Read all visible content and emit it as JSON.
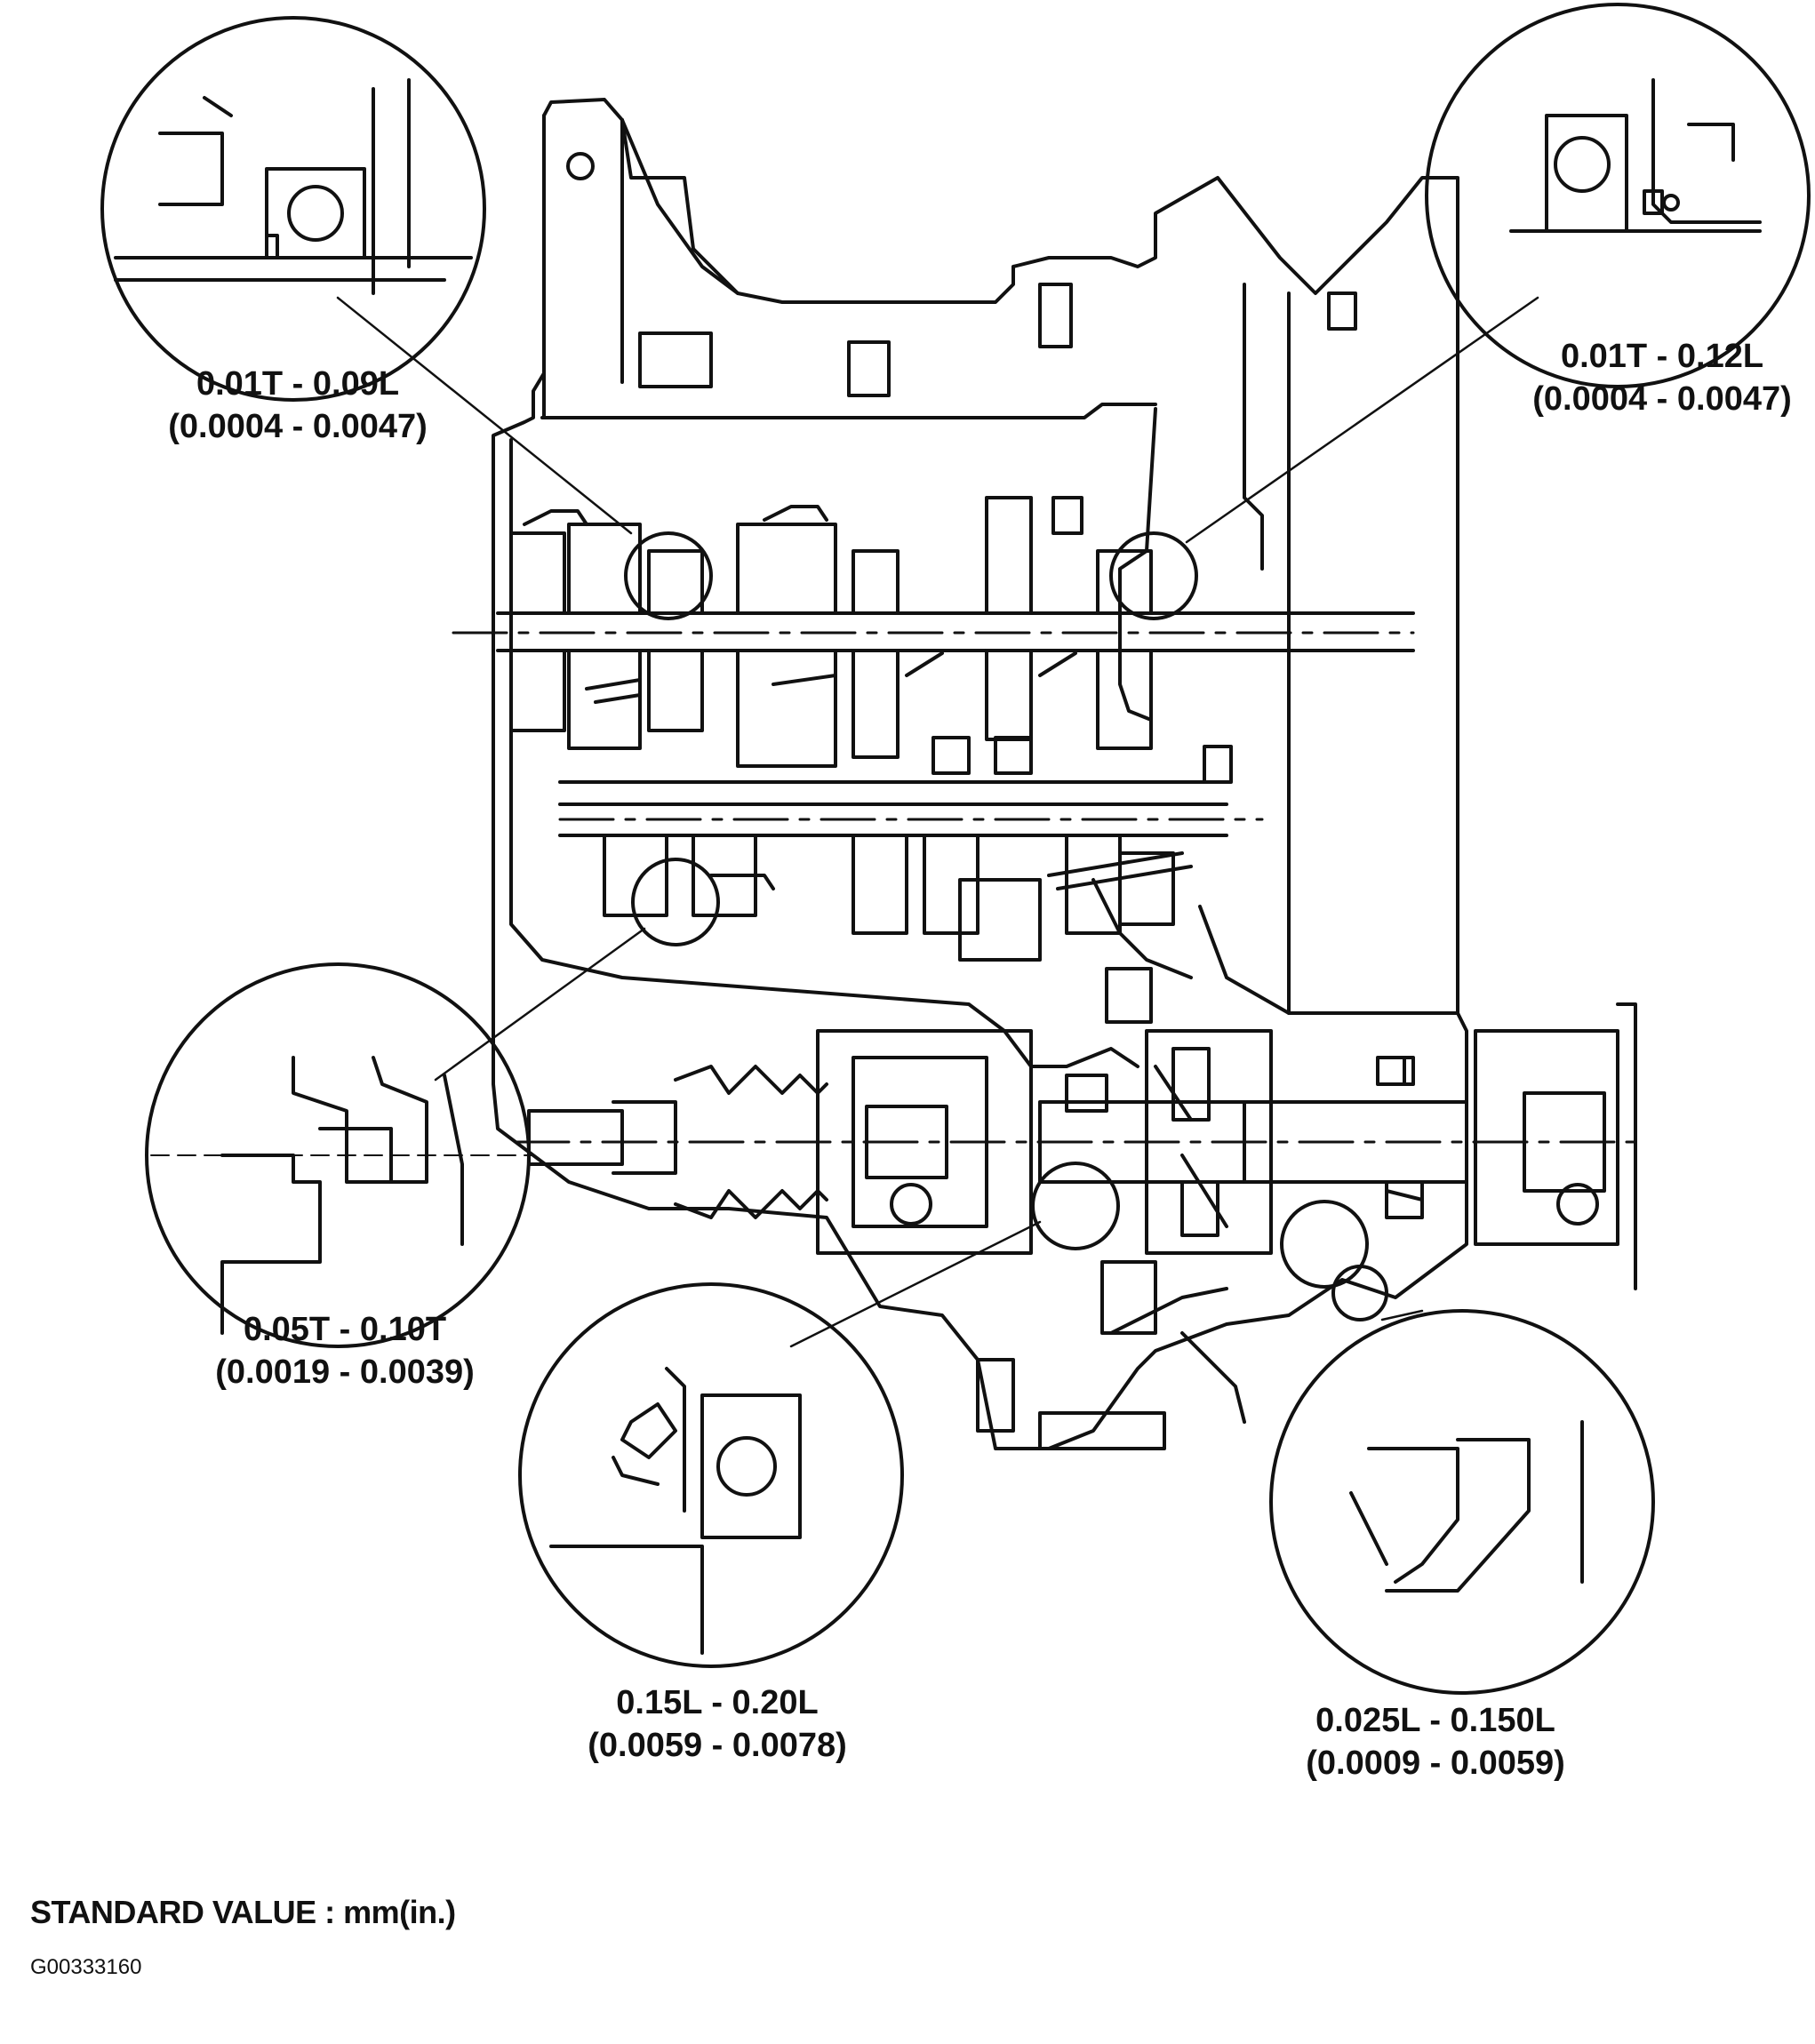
{
  "callouts": [
    {
      "id": "input-shaft-front-bearing",
      "line1": "0.01T - 0.09L",
      "line2": "(0.0004 - 0.0047)"
    },
    {
      "id": "input-shaft-rear-bearing",
      "line1": "0.01T - 0.12L",
      "line2": "(0.0004 - 0.0047)"
    },
    {
      "id": "output-shaft-bearing",
      "line1": "0.05T - 0.10T",
      "line2": "(0.0019 - 0.0039)"
    },
    {
      "id": "differential-bearing",
      "line1": "0.15L - 0.20L",
      "line2": "(0.0059 - 0.0078)"
    },
    {
      "id": "differential-side-gear",
      "line1": "0.025L - 0.150L",
      "line2": "(0.0009 - 0.0059)"
    }
  ],
  "footer": {
    "title": "STANDARD VALUE : mm(in.)",
    "code": "G00333160"
  },
  "colors": {
    "ink": "#111111",
    "paper": "#ffffff"
  }
}
